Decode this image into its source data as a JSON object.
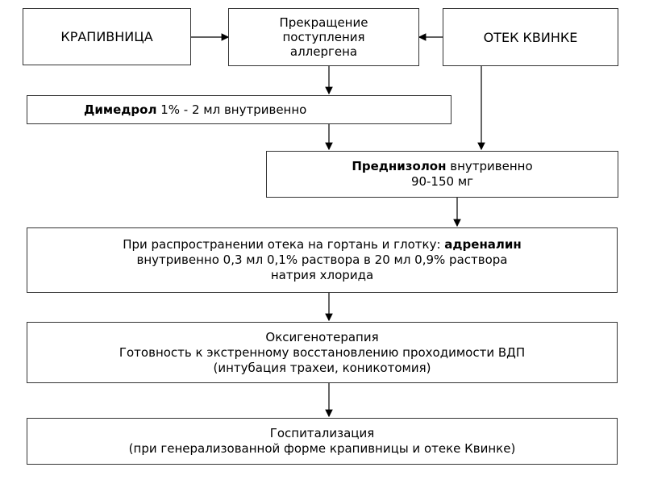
{
  "nodes": {
    "urticaria": {
      "label": "КРАПИВНИЦА"
    },
    "stop_allergen": {
      "lines": [
        "Прекращение",
        "поступления",
        "аллергена"
      ]
    },
    "quincke": {
      "label": "ОТЕК КВИНКЕ"
    },
    "dimedrol": {
      "bold": "Димедрол",
      "rest": " 1% - 2 мл внутривенно"
    },
    "prednisolone": {
      "bold": "Преднизолон",
      "rest": " внутривенно",
      "line2": "90-150 мг"
    },
    "adrenaline": {
      "line1_pre": "При распространении отека на гортань и глотку: ",
      "line1_bold": "адреналин",
      "line2": "внутривенно 0,3 мл 0,1% раствора в 20 мл 0,9% раствора",
      "line3": "натрия хлорида"
    },
    "oxygen": {
      "lines": [
        "Оксигенотерапия",
        "Готовность к экстренному восстановлению проходимости ВДП",
        "(интубация трахеи, коникотомия)"
      ]
    },
    "hospital": {
      "lines": [
        "Госпитализация",
        "(при генерализованной форме крапивницы и отеке Квинке)"
      ]
    }
  },
  "colors": {
    "border": "#333333",
    "arrow": "#000000"
  }
}
